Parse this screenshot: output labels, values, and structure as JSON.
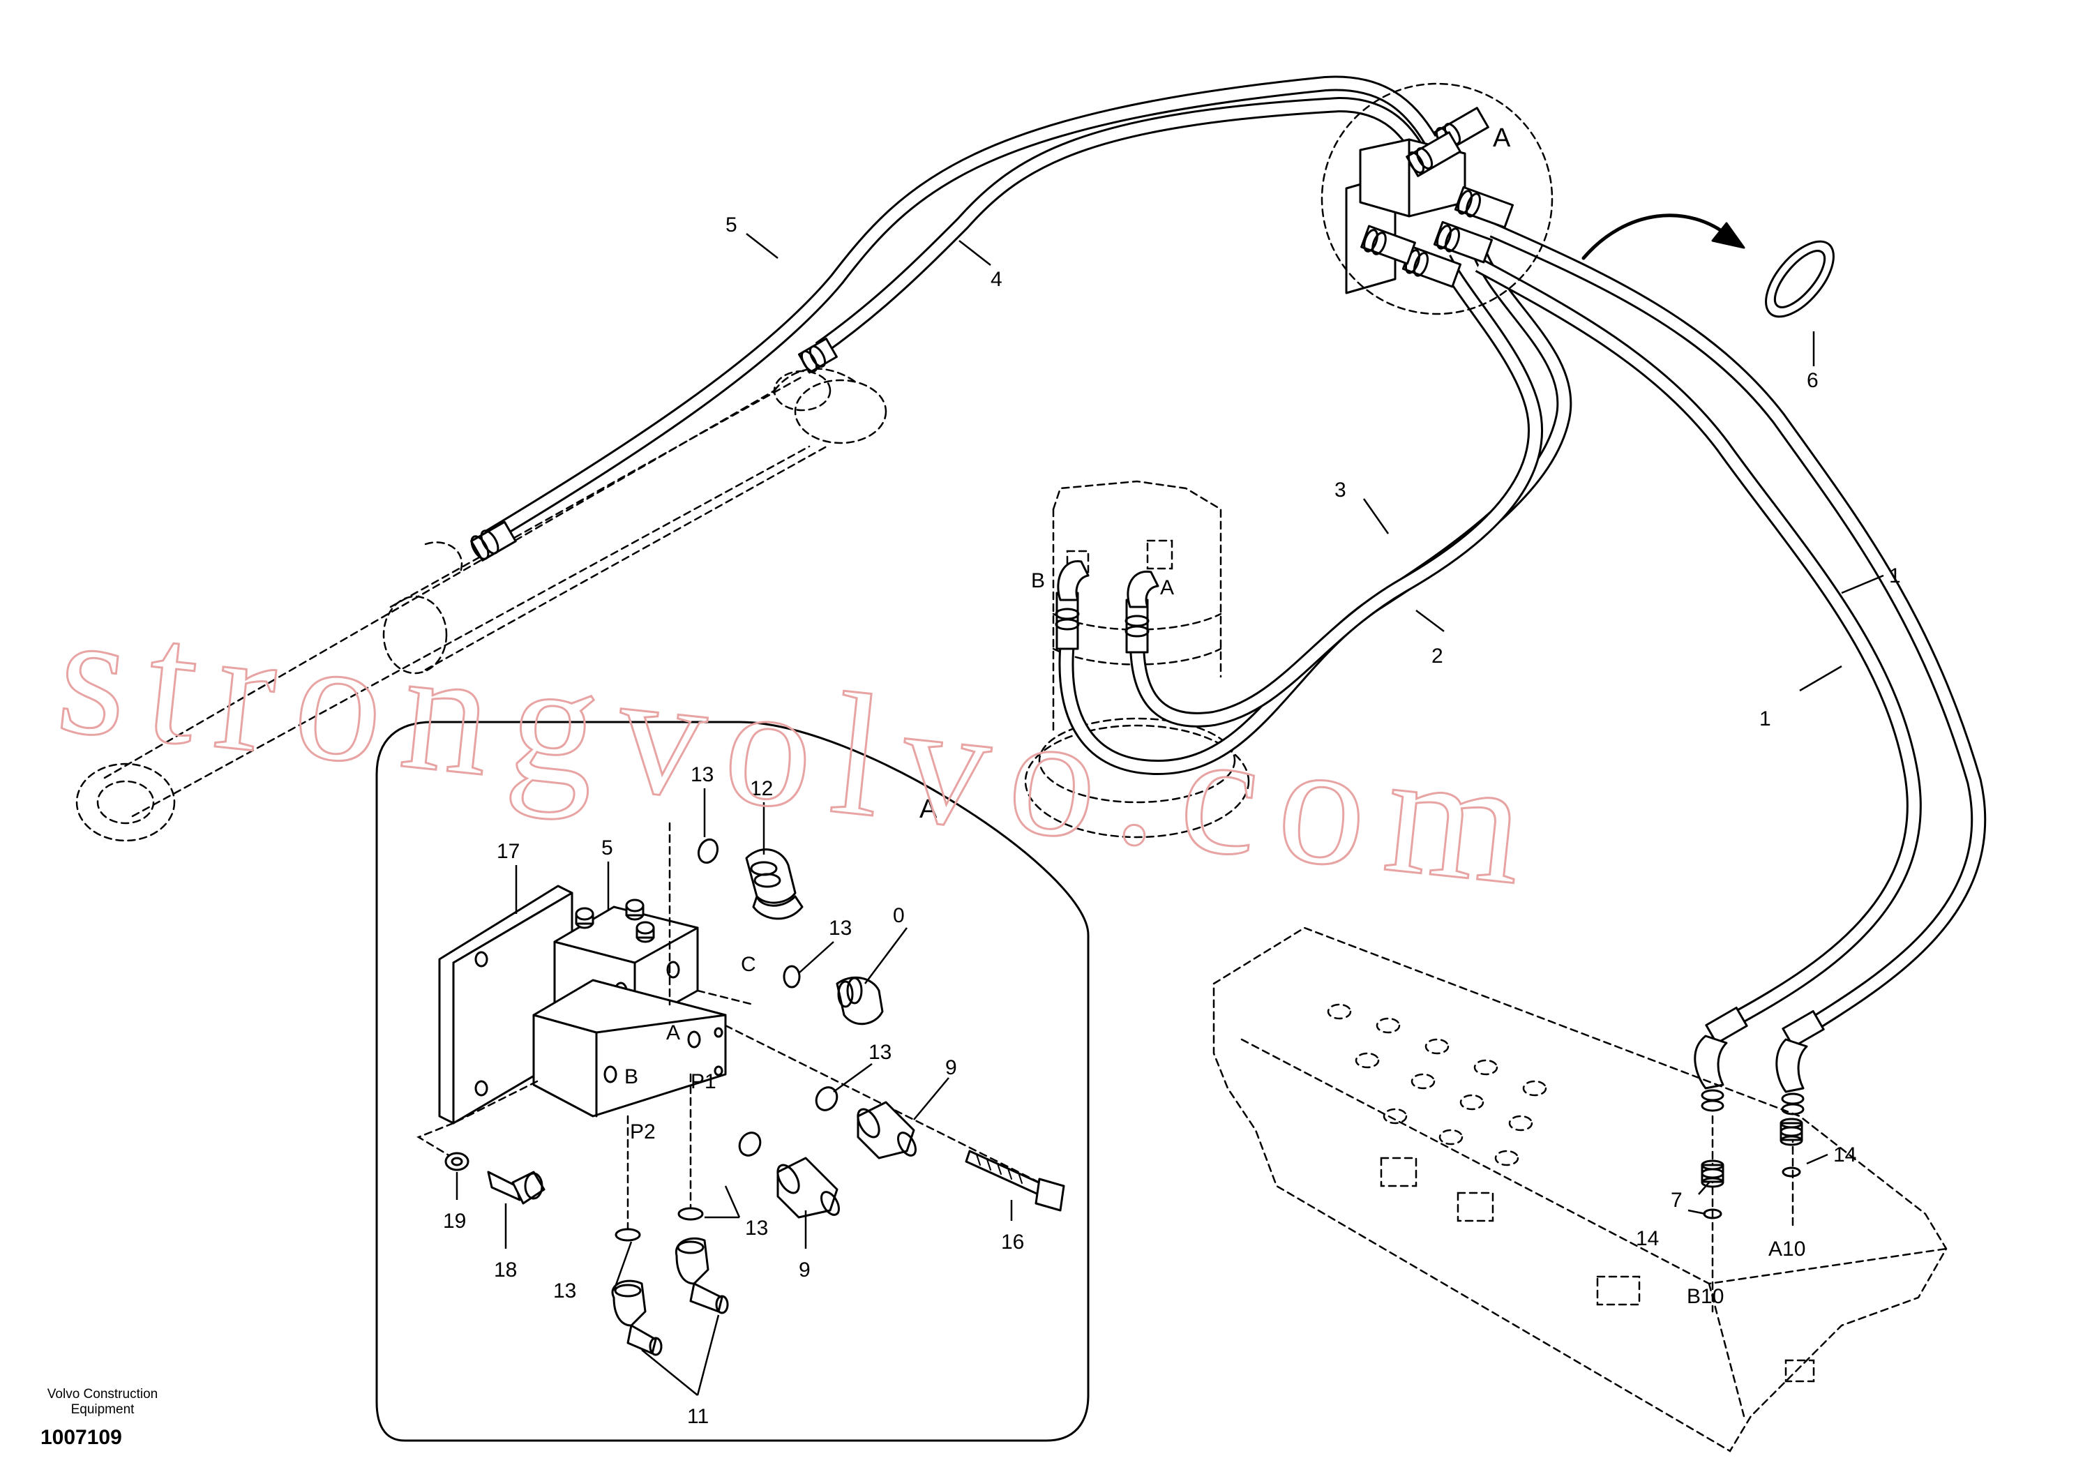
{
  "watermark": "strongvolvo.com",
  "footer": {
    "company_line1": "Volvo Construction",
    "company_line2": "Equipment",
    "drawing_number": "1007109"
  },
  "detail_view": {
    "title": "A"
  },
  "callouts": {
    "p1": "1",
    "p1b": "1",
    "p2": "2",
    "p3": "3",
    "p4": "4",
    "p5": "5",
    "p6": "6",
    "p7": "7",
    "p14a": "14",
    "p14b": "14",
    "d5": "5",
    "d9a": "9",
    "d9b": "9",
    "d11": "11",
    "d12": "12",
    "d13a": "13",
    "d13b": "13",
    "d13c": "13",
    "d13d": "13",
    "d13e": "13",
    "d16": "16",
    "d17": "17",
    "d18": "18",
    "d19": "19",
    "d0": "0"
  },
  "ports": {
    "swivel_a": "A",
    "swivel_b": "B",
    "valve_a10": "A10",
    "valve_b10": "B10",
    "block_a": "A",
    "block_b": "B",
    "block_c": "C",
    "block_p1": "P1",
    "block_p2": "P2",
    "circle_a": "A"
  }
}
